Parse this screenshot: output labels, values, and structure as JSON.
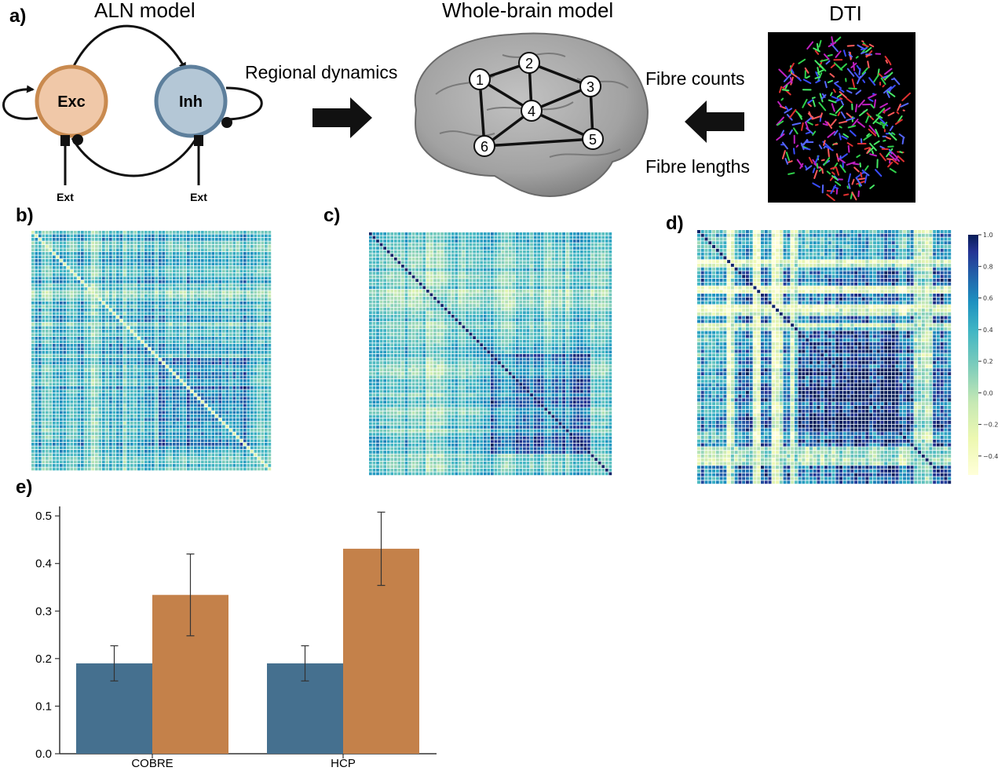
{
  "panel_a": {
    "letter": "a)",
    "aln_title": "ALN model",
    "exc_label": "Exc",
    "inh_label": "Inh",
    "ext_label": "Ext",
    "regional_dynamics": "Regional dynamics",
    "whole_brain_title": "Whole-brain model",
    "brain_nodes": [
      "1",
      "2",
      "3",
      "4",
      "5",
      "6"
    ],
    "fibre_counts": "Fibre counts",
    "fibre_lengths": "Fibre lengths",
    "dti_title": "DTI",
    "colors": {
      "exc_fill": "#f0c8a8",
      "exc_stroke": "#c98a4f",
      "inh_fill": "#b4c7d6",
      "inh_stroke": "#5d7f9c",
      "brain": "#a6a6a6"
    }
  },
  "panel_b": {
    "letter": "b)"
  },
  "panel_c": {
    "letter": "c)"
  },
  "panel_d": {
    "letter": "d)",
    "colorbar_ticks": [
      "1.0",
      "0.8",
      "0.6",
      "0.4",
      "0.2",
      "0.0",
      "−0.2",
      "−0.4"
    ]
  },
  "panel_e": {
    "letter": "e)"
  },
  "chart_data": {
    "type": "bar",
    "categories": [
      "COBRE",
      "HCP"
    ],
    "series": [
      {
        "values": [
          0.19,
          0.19
        ],
        "errors": [
          0.037,
          0.037
        ],
        "color": "#45708f"
      },
      {
        "values": [
          0.334,
          0.431
        ],
        "errors": [
          0.086,
          0.077
        ],
        "color": "#c4814a"
      }
    ],
    "ylim": [
      0,
      0.52
    ],
    "yticks": [
      "0.0",
      "0.1",
      "0.2",
      "0.3",
      "0.4",
      "0.5"
    ],
    "grid": false,
    "legend": "none"
  }
}
